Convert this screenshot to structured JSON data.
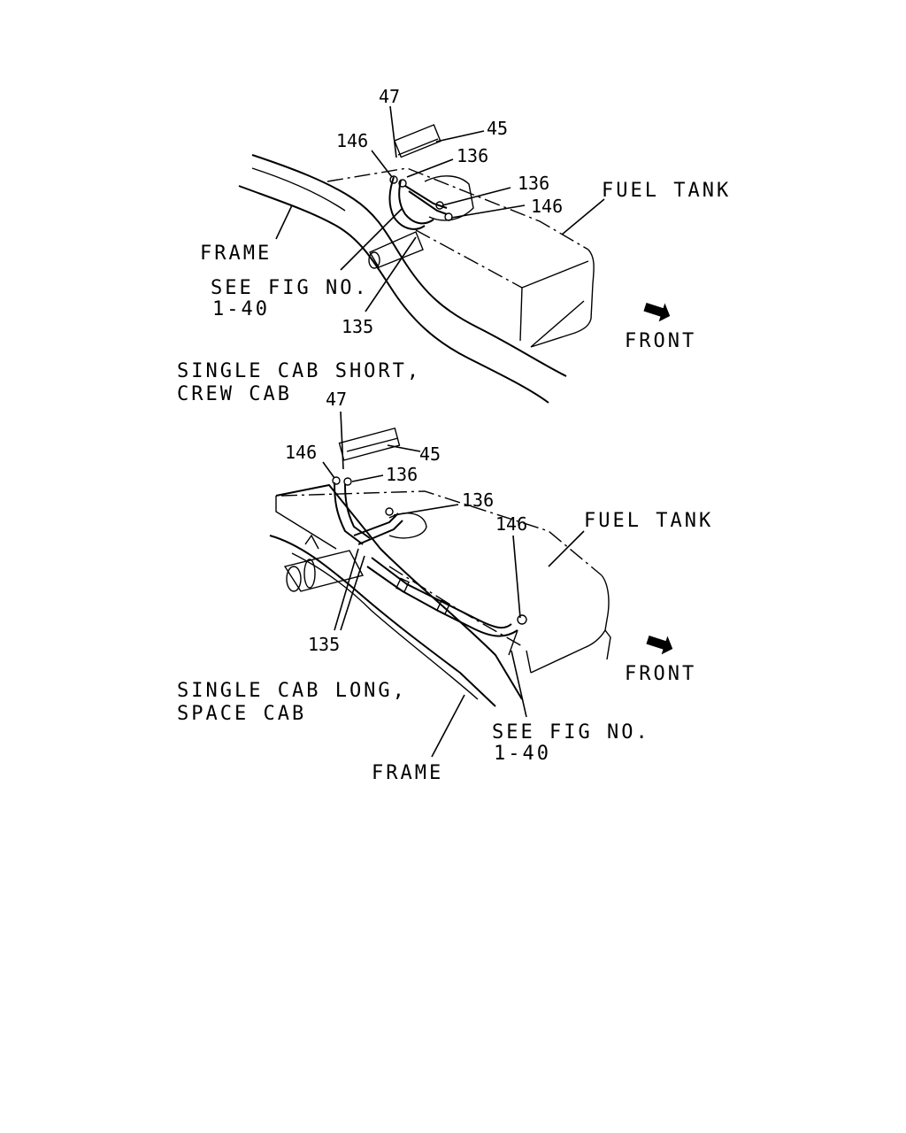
{
  "top_view": {
    "callouts": {
      "c47": "47",
      "c45": "45",
      "c146a": "146",
      "c136a": "136",
      "c136b": "136",
      "c146b": "146",
      "c135": "135"
    },
    "fuel_tank": "FUEL TANK",
    "frame": "FRAME",
    "see_fig_line1": "SEE FIG NO.",
    "see_fig_line2": "1-40",
    "front": "FRONT",
    "caption_line1": "SINGLE CAB SHORT,",
    "caption_line2": "CREW CAB"
  },
  "bottom_view": {
    "callouts": {
      "c47": "47",
      "c45": "45",
      "c146a": "146",
      "c136a": "136",
      "c136b": "136",
      "c146b": "146",
      "c135": "135"
    },
    "fuel_tank": "FUEL TANK",
    "front": "FRONT",
    "caption_line1": "SINGLE CAB LONG,",
    "caption_line2": "SPACE CAB",
    "see_fig_line1": "SEE FIG NO.",
    "see_fig_line2": "1-40",
    "frame": "FRAME"
  },
  "icons": {
    "front_arrow": "front-arrow-icon"
  }
}
